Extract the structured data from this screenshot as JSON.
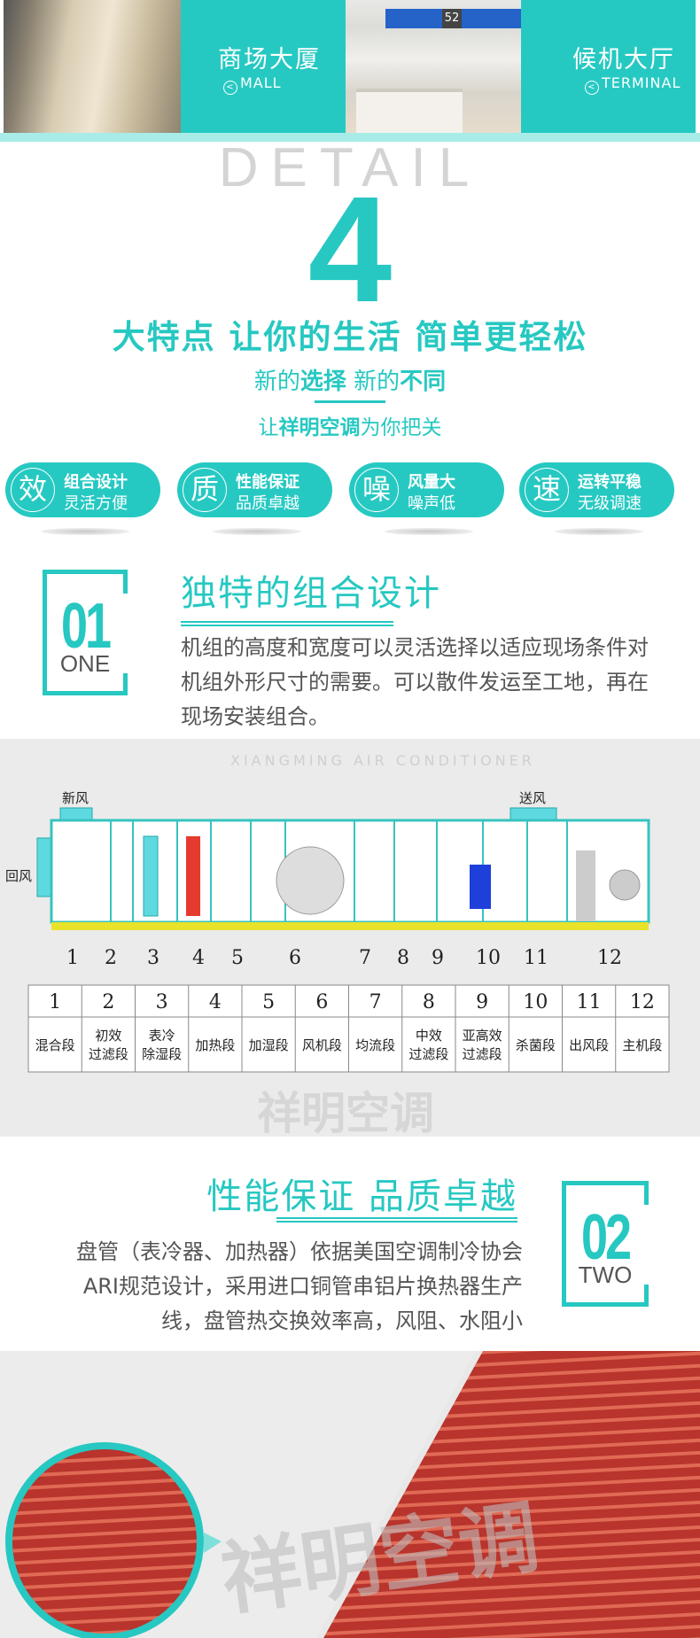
{
  "banner": {
    "panels": [
      {
        "title": "商场大厦",
        "subtitle": "MALL"
      },
      {
        "title": "候机大厅",
        "subtitle": "TERMINAL"
      }
    ],
    "gate_number": "52"
  },
  "hero": {
    "watermark": "DETAIL",
    "number": "4",
    "headline": "大特点 让你的生活 简单更轻松",
    "sub_a": "新的",
    "sub_b": "选择",
    "sub_c": "新的",
    "sub_d": "不同",
    "tag_a": "让",
    "tag_b": "祥明空调",
    "tag_c": "为你把关"
  },
  "features": [
    {
      "char": "效",
      "line1": "组合设计",
      "line2": "灵活方便"
    },
    {
      "char": "质",
      "line1": "性能保证",
      "line2": "品质卓越"
    },
    {
      "char": "噪",
      "line1": "风量大",
      "line2": "噪声低"
    },
    {
      "char": "速",
      "line1": "运转平稳",
      "line2": "无级调速"
    }
  ],
  "section1": {
    "number": "01",
    "en": "ONE",
    "title": "独特的组合设计",
    "lines": [
      "机组的高度和宽度可以灵活选择以适应现场条件对",
      "机组外形尺寸的需要。可以散件发运至工地，再在",
      "现场安装组合。"
    ]
  },
  "diagram": {
    "fresh_air": "新风",
    "return_air": "回风",
    "supply_air": "送风",
    "watermark": "祥明空调",
    "watermark_en": "XIANGMING AIR CONDITIONER",
    "numbers": [
      "1",
      "2",
      "3",
      "4",
      "5",
      "6",
      "7",
      "8",
      "9",
      "10",
      "11",
      "12"
    ],
    "segments": [
      [
        "混合段"
      ],
      [
        "初效",
        "过滤段"
      ],
      [
        "表冷",
        "除湿段"
      ],
      [
        "加热段"
      ],
      [
        "加湿段"
      ],
      [
        "风机段"
      ],
      [
        "均流段"
      ],
      [
        "中效",
        "过滤段"
      ],
      [
        "亚高效",
        "过滤段"
      ],
      [
        "杀菌段"
      ],
      [
        "出风段"
      ],
      [
        "主机段"
      ]
    ]
  },
  "section2": {
    "number": "02",
    "en": "TWO",
    "title": "性能保证 品质卓越",
    "lines": [
      "盘管（表冷器、加热器）依据美国空调制冷协会",
      "ARI规范设计，采用进口铜管串铝片换热器生产",
      "线，盘管热交换效率高，风阻、水阻小"
    ]
  },
  "coil": {
    "watermark": "祥明空调"
  },
  "colors": {
    "teal": "#26c8c1",
    "text": "#555555"
  }
}
